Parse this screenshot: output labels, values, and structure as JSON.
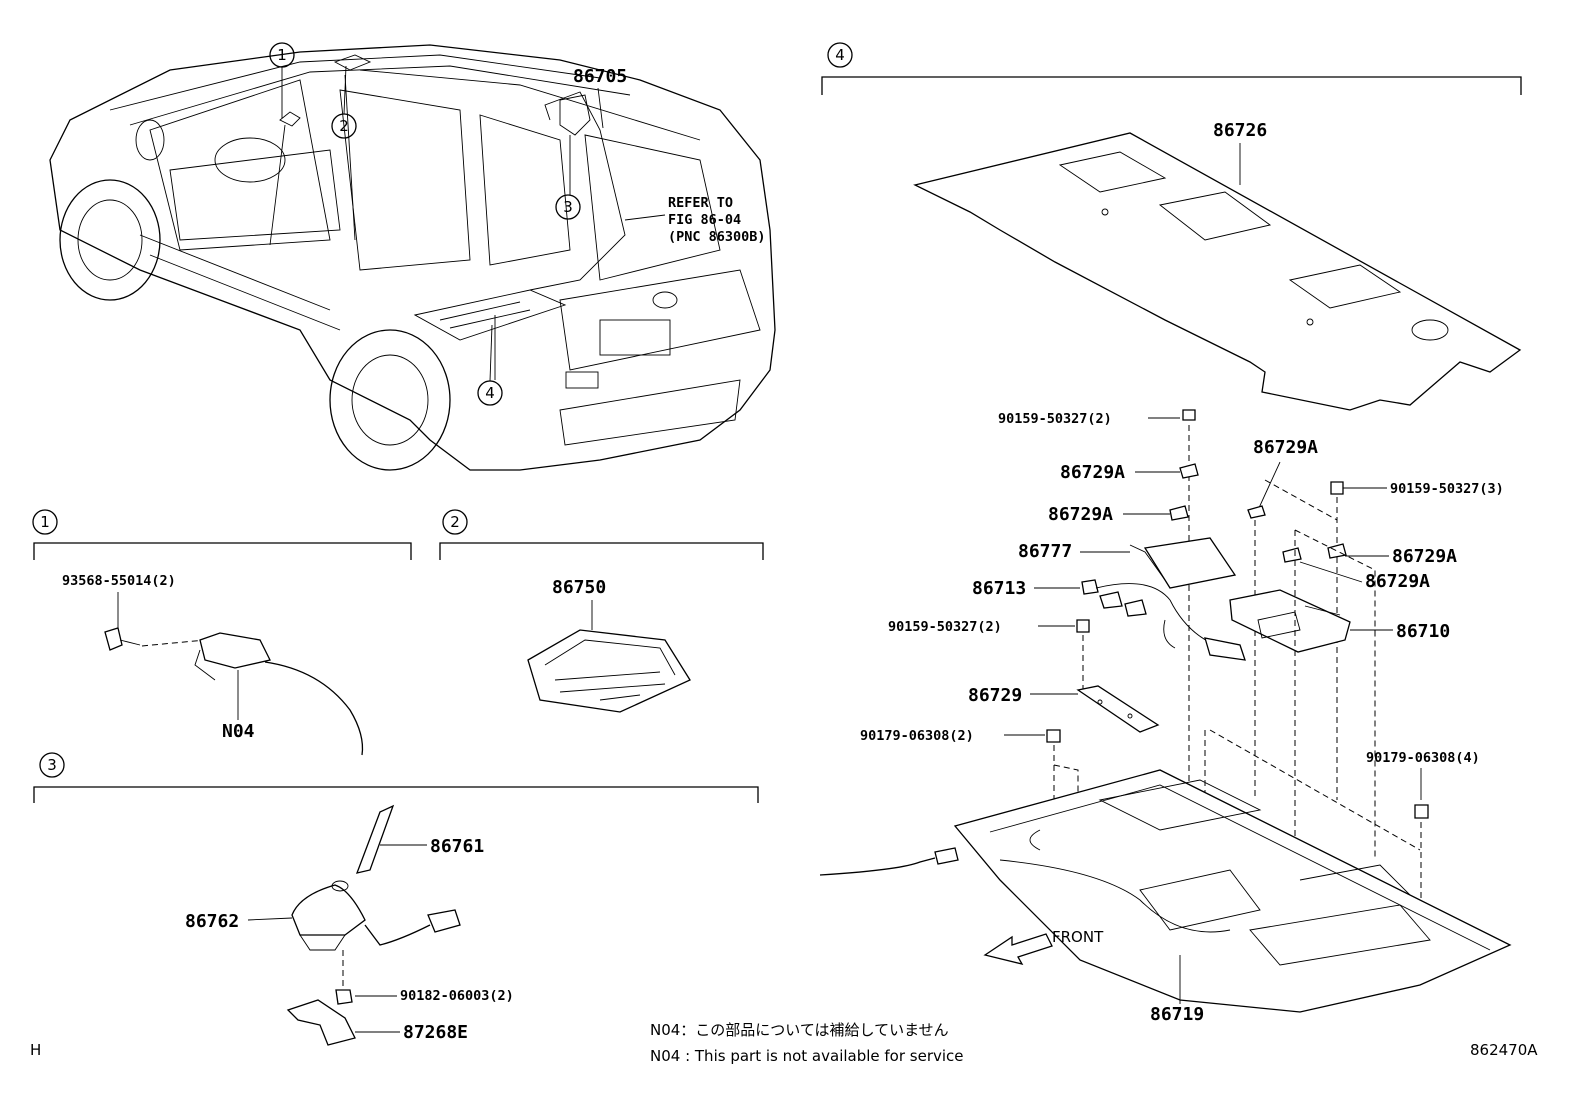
{
  "diagram": {
    "callouts": {
      "main_1": "1",
      "main_2": "2",
      "main_3": "3",
      "main_4": "4",
      "sec_1": "1",
      "sec_2": "2",
      "sec_3": "3",
      "sec_4": "4"
    },
    "main_view": {
      "part_86705": "86705",
      "refer_line1": "REFER TO",
      "refer_line2": "FIG 86-04",
      "refer_line3": "(PNC 86300B)"
    },
    "section_1": {
      "bolt": "93568-55014(2)",
      "n04": "N04"
    },
    "section_2": {
      "part": "86750"
    },
    "section_3": {
      "antenna_rod": "86761",
      "antenna_base": "86762",
      "nut": "90182-06003(2)",
      "pad": "87268E"
    },
    "section_4": {
      "board": "86726",
      "bolt_a": "90159-50327(2)",
      "clamp_a": "86729A",
      "clamp_b": "86729A",
      "clamp_c": "86729A",
      "bolt_b": "90159-50327(3)",
      "clamp_d": "86729A",
      "clamp_e": "86729A",
      "module_small": "86777",
      "harness": "86713",
      "receiver": "86710",
      "bolt_c": "90159-50327(2)",
      "bracket": "86729",
      "nut_a": "90179-06308(2)",
      "nut_b": "90179-06308(4)",
      "front_label": "FRONT",
      "floor_tray": "86719"
    },
    "notes": {
      "note_jp": "N04：この部品については補給していません",
      "note_en": "N04 : This part is not available for service"
    },
    "corner_left": "H",
    "corner_right": "862470A"
  }
}
